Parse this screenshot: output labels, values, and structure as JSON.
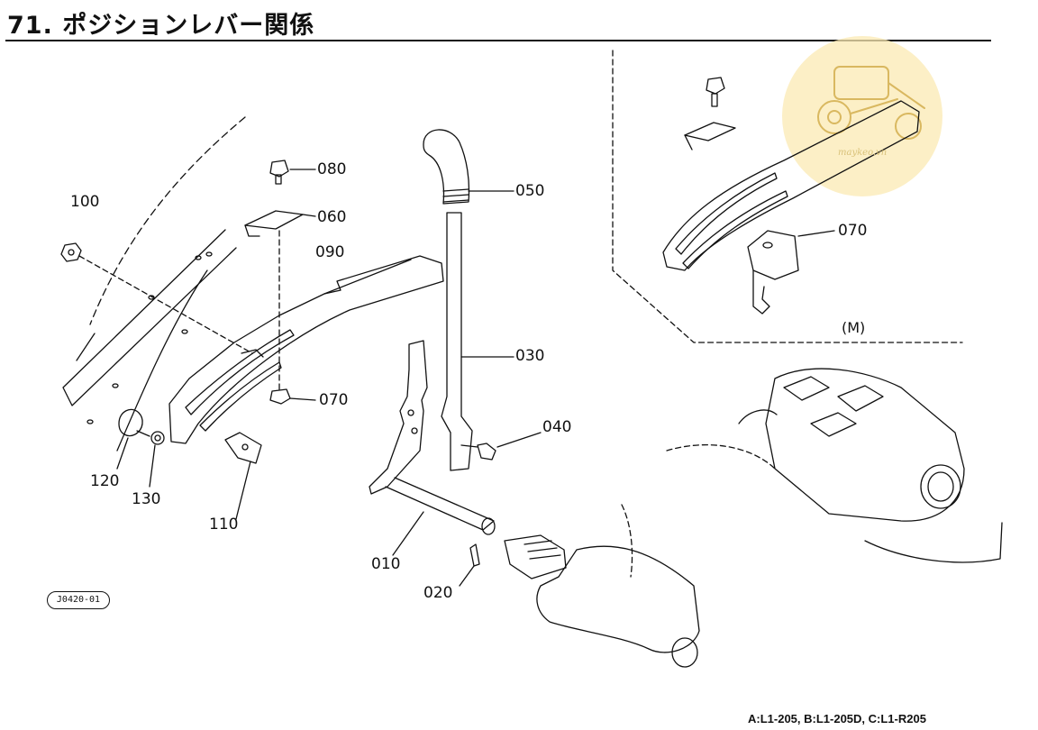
{
  "title": "71. ポジションレバー関係",
  "labels": {
    "p010": "010",
    "p020": "020",
    "p030": "030",
    "p040": "040",
    "p050": "050",
    "p060": "060",
    "p070a": "070",
    "p070b": "070",
    "p080": "080",
    "p090": "090",
    "p100": "100",
    "p110": "110",
    "p120": "120",
    "p130": "130"
  },
  "view_label": "(M)",
  "reference_code": "J0420-01",
  "applicable_models": "A:L1-205, B:L1-205D, C:L1-R205",
  "watermark_text": "maykeo.vn",
  "colors": {
    "line": "#111111",
    "watermark": "#fbeab3"
  }
}
